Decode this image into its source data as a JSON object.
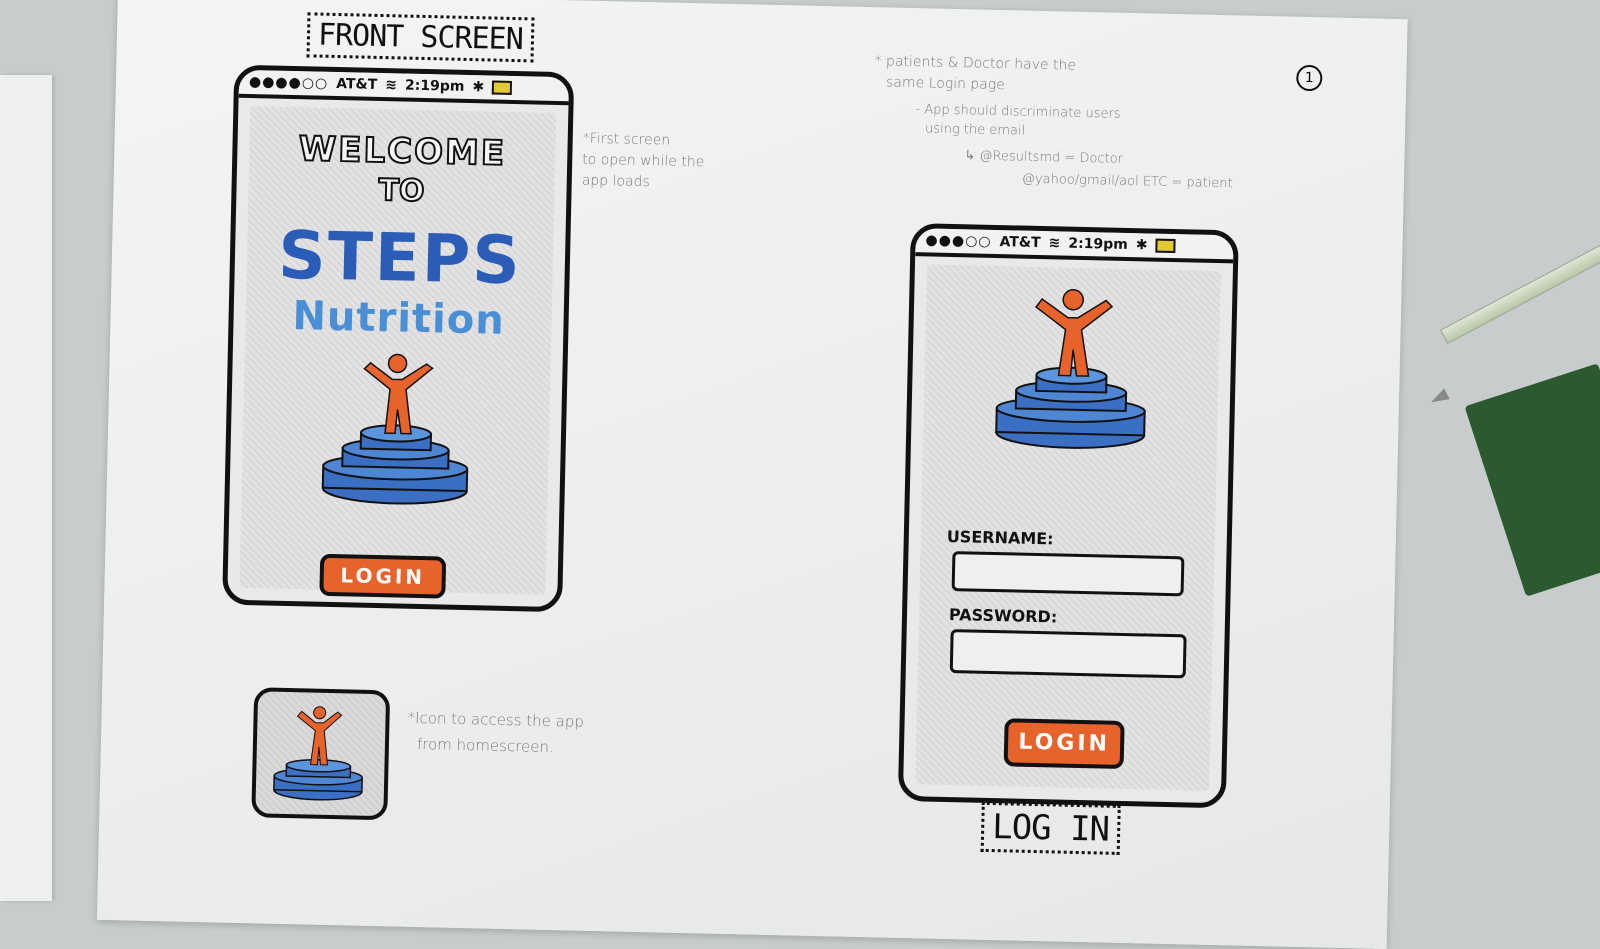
{
  "page_titles": {
    "front": "FRONT SCREEN",
    "login": "LOG IN"
  },
  "page_number": "1",
  "status_bar": {
    "carrier": "AT&T",
    "time": "2:19pm"
  },
  "front_screen": {
    "welcome_line1": "WELCOME",
    "welcome_line2": "TO",
    "brand_line1": "STEPS",
    "brand_line2": "Nutrition",
    "login_label": "LOGIN"
  },
  "login_screen": {
    "username_label": "USERNAME:",
    "password_label": "PASSWORD:",
    "login_label": "LOGIN"
  },
  "notes": {
    "first_screen": [
      "*First screen",
      "to open while the",
      "app loads"
    ],
    "shared_login": [
      "* patients & Doctor have the",
      "same Login page"
    ],
    "discriminate": [
      "- App should discriminate users",
      "using the email"
    ],
    "doctor_rule": "@Resultsmd = Doctor",
    "patient_rule": "@yahoo/gmail/aol ETC = patient",
    "icon_note": [
      "*Icon to access the app",
      "from homescreen."
    ]
  },
  "colors": {
    "accent_orange": "#e8622c",
    "step_blue": "#3a6fc4",
    "brand_blue": "#2b5db8",
    "brand_light_blue": "#4a8fd6"
  },
  "icons": [
    "person-on-steps-logo",
    "bluetooth-icon",
    "wifi-icon",
    "battery-icon"
  ]
}
